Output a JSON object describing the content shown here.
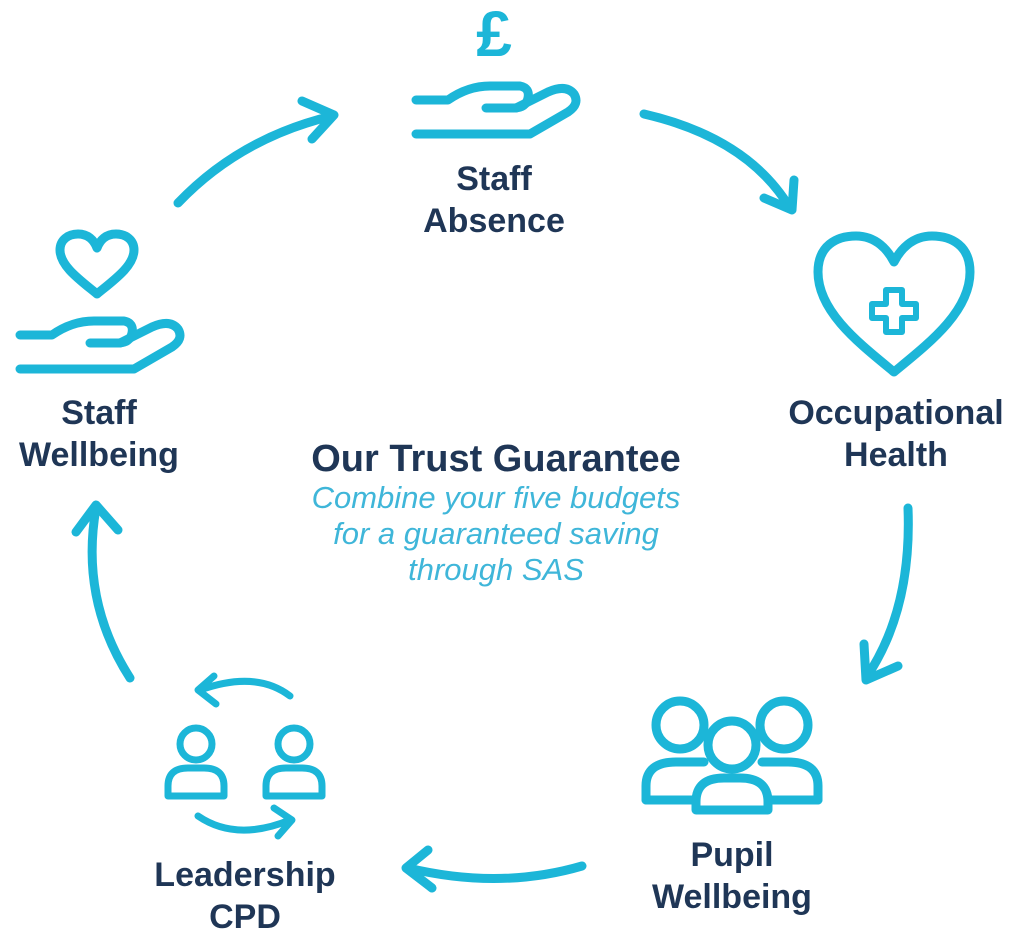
{
  "diagram": {
    "center": {
      "title": "Our Trust Guarantee",
      "subtitle_lines": [
        "Combine your five budgets",
        "for a guaranteed saving",
        "through SAS"
      ]
    },
    "nodes": [
      {
        "id": "staff-absence",
        "icon": "pound-hand-icon",
        "lines": [
          "Staff",
          "Absence"
        ]
      },
      {
        "id": "occupational-health",
        "icon": "heart-cross-icon",
        "lines": [
          "Occupational",
          "Health"
        ]
      },
      {
        "id": "pupil-wellbeing",
        "icon": "group-people-icon",
        "lines": [
          "Pupil",
          "Wellbeing"
        ]
      },
      {
        "id": "leadership-cpd",
        "icon": "exchange-people-icon",
        "lines": [
          "Leadership",
          "CPD"
        ]
      },
      {
        "id": "staff-wellbeing",
        "icon": "heart-hand-icon",
        "lines": [
          "Staff",
          "Wellbeing"
        ]
      }
    ],
    "pound_symbol": "£",
    "colors": {
      "accent": "#1cb6d8",
      "text": "#1f3656",
      "subtitle": "#3fb6d9"
    }
  }
}
